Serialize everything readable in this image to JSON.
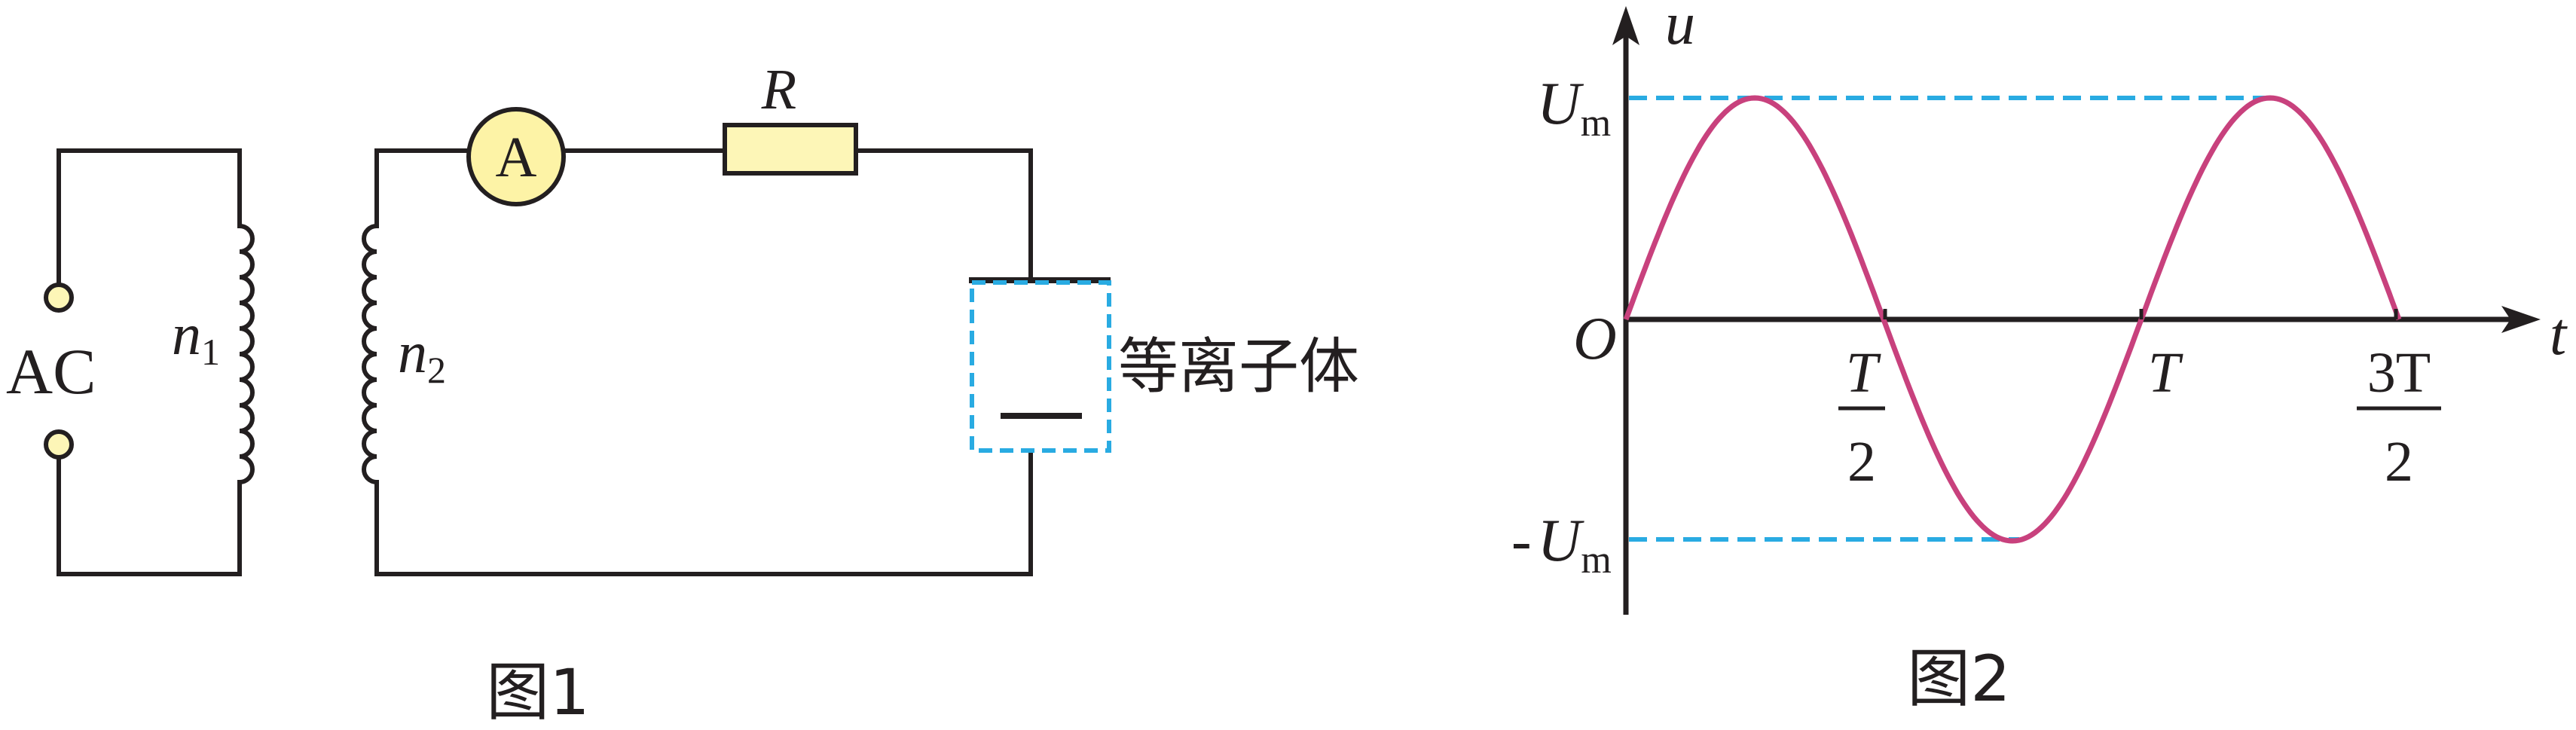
{
  "figure1": {
    "source_label": "AC",
    "primary_turns_var": "n",
    "primary_turns_sub": "1",
    "secondary_turns_var": "n",
    "secondary_turns_sub": "2",
    "ammeter_label": "A",
    "resistor_label": "R",
    "plasma_label": "等离子体",
    "caption": "图1"
  },
  "figure2": {
    "y_axis_label": "u",
    "x_axis_label": "t",
    "origin_label": "O",
    "um_var": "U",
    "um_sub": "m",
    "neg_sign": "-",
    "tick_half_num": "T",
    "tick_half_den": "2",
    "tick_T": "T",
    "tick_3half_num": "3T",
    "tick_3half_den": "2",
    "caption": "图2"
  },
  "colors": {
    "wire": "#231f20",
    "terminal_fill": "#fdf6b7",
    "ammeter_fill": "#fdf3a6",
    "resistor_fill": "#fdf6b7",
    "dashed": "#29abe2",
    "curve": "#c8417d"
  }
}
